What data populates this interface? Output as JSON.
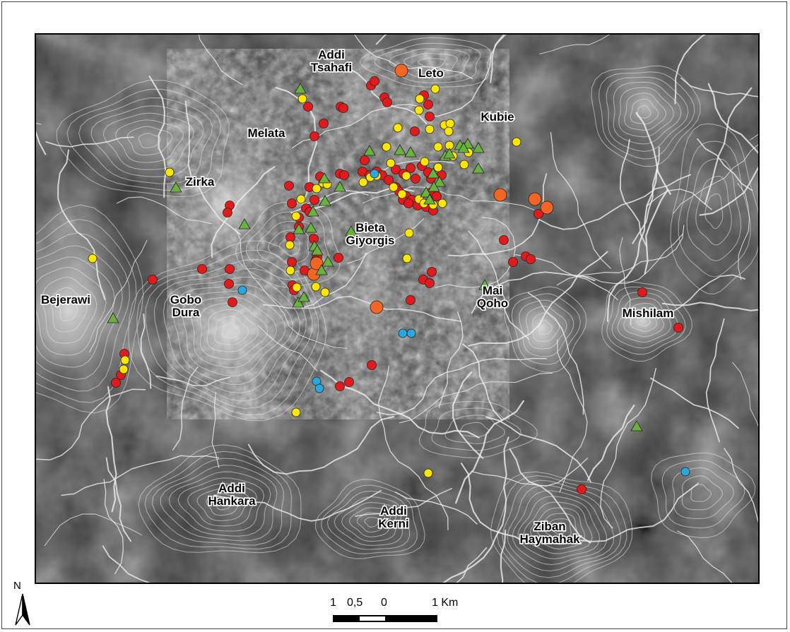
{
  "north_arrow": {
    "label": "N",
    "icon": "north-arrow-icon"
  },
  "scale_bar": {
    "ticks": [
      "1",
      "0,5",
      "0",
      "1 Km"
    ],
    "colors": {
      "fill": "#000000",
      "empty": "#ffffff"
    }
  },
  "legend_colors": {
    "red": "#e31a1c",
    "yellow": "#ffe600",
    "orange": "#f26522",
    "blue": "#29a8e0",
    "green": "#6ab23e"
  },
  "places": [
    {
      "id": "addi-tsahafi",
      "lines": [
        "Addi",
        "Tsahafi"
      ]
    },
    {
      "id": "leto",
      "lines": [
        "Leto"
      ]
    },
    {
      "id": "kubie",
      "lines": [
        "Kubie"
      ]
    },
    {
      "id": "melata",
      "lines": [
        "Melata"
      ]
    },
    {
      "id": "zirka",
      "lines": [
        "Zirka"
      ]
    },
    {
      "id": "bieta-giyorgis",
      "lines": [
        "Bieta",
        "Giyorgis"
      ]
    },
    {
      "id": "bejerawi",
      "lines": [
        "Bejerawi"
      ]
    },
    {
      "id": "gobo-dura",
      "lines": [
        "Gobo",
        "Dura"
      ]
    },
    {
      "id": "mai-qoho",
      "lines": [
        "Mai",
        "Qoho"
      ]
    },
    {
      "id": "mishilam",
      "lines": [
        "Mishilam"
      ]
    },
    {
      "id": "addi-hankara",
      "lines": [
        "Addi",
        "Hankara"
      ]
    },
    {
      "id": "addi-kerni",
      "lines": [
        "Addi",
        "Kerni"
      ]
    },
    {
      "id": "ziban-haymahak",
      "lines": [
        "Ziban",
        "Haymahak"
      ]
    }
  ]
}
